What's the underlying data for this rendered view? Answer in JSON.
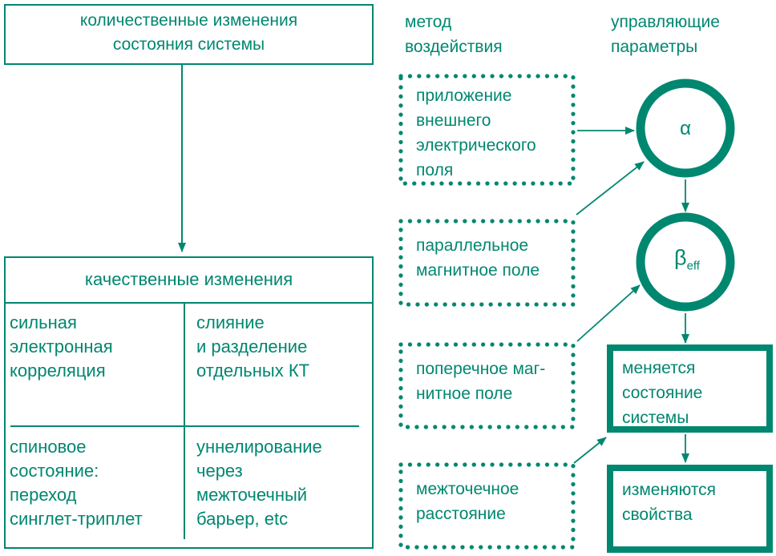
{
  "colors": {
    "teal": "#008770",
    "background": "#ffffff"
  },
  "left_column": {
    "quantitative_box": {
      "text": "количественные изменения\nсостояния системы"
    },
    "qualitative_table": {
      "title": "качественные изменения",
      "row1": {
        "left": "сильная\nэлектронная\nкорреляция",
        "right": "слияние\nи разделение\nотдельных КТ"
      },
      "row2": {
        "left": "спиновое\nсостояние:\nпереход\nсинглет-триплет",
        "right": "уннелирование\nчерез\nмежточечный\nбарьер, etc"
      }
    }
  },
  "right_column": {
    "method_header": "метод\nвоздействия",
    "params_header": "управляющие\nпараметры",
    "method_boxes": [
      {
        "text": "приложение\nвнешнего\nэлектрического\nполя"
      },
      {
        "text": "параллельное\nмагнитное поле"
      },
      {
        "text": "поперечное маг-\nнитное поле"
      },
      {
        "text": "межточечное\nрасстояние"
      }
    ],
    "parameters": {
      "alpha": "α",
      "beta_base": "β",
      "beta_sub": "eff"
    },
    "outcome_boxes": {
      "state": "меняется\nсостояние\nсистемы",
      "properties": "изменяются\nсвойства"
    }
  }
}
